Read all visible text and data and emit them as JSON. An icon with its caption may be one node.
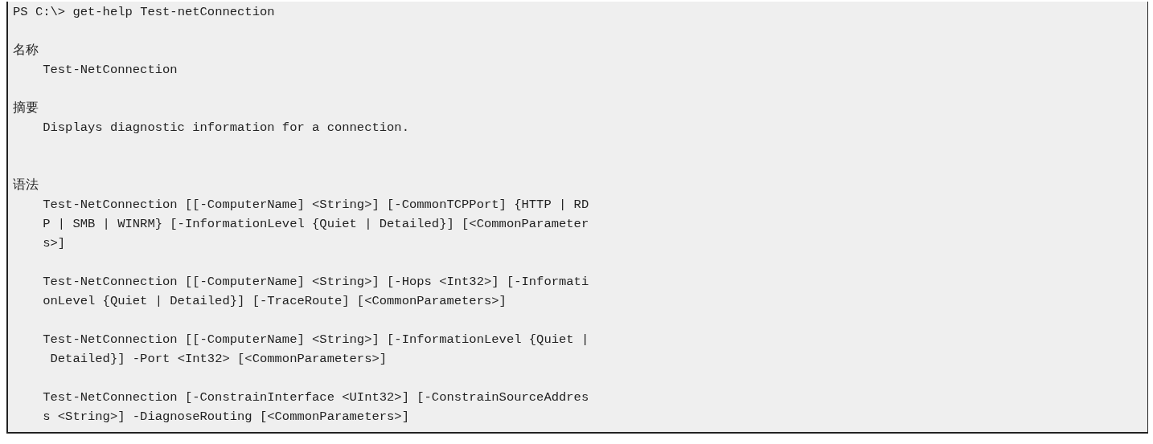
{
  "diagram": {
    "labels": [
      "PS C:\\> get-help Test-netConnection",
      "名称",
      "Test-NetConnection",
      "摘要",
      "Displays diagnostic information for a connection.",
      "语法",
      "Test-NetConnection [[-ComputerName] <String>] [-CommonTCPPort] {HTTP | RD",
      "P | SMB | WINRM} [-InformationLevel {Quiet | Detailed}] [<CommonParameter",
      "s>]",
      "Test-NetConnection [[-ComputerName] <String>] [-Hops <Int32>] [-Informati",
      "onLevel {Quiet | Detailed}] [-TraceRoute] [<CommonParameters>]",
      "Test-NetConnection [[-ComputerName] <String>] [-InformationLevel {Quiet |",
      "Detailed}] -Port <Int32> [<CommonParameters>]",
      "Test-NetConnection [-ConstrainInterface <UInt32>] [-ConstrainSourceAddres",
      "s <String>] -DiagnoseRouting [<CommonParameters>]"
    ]
  }
}
